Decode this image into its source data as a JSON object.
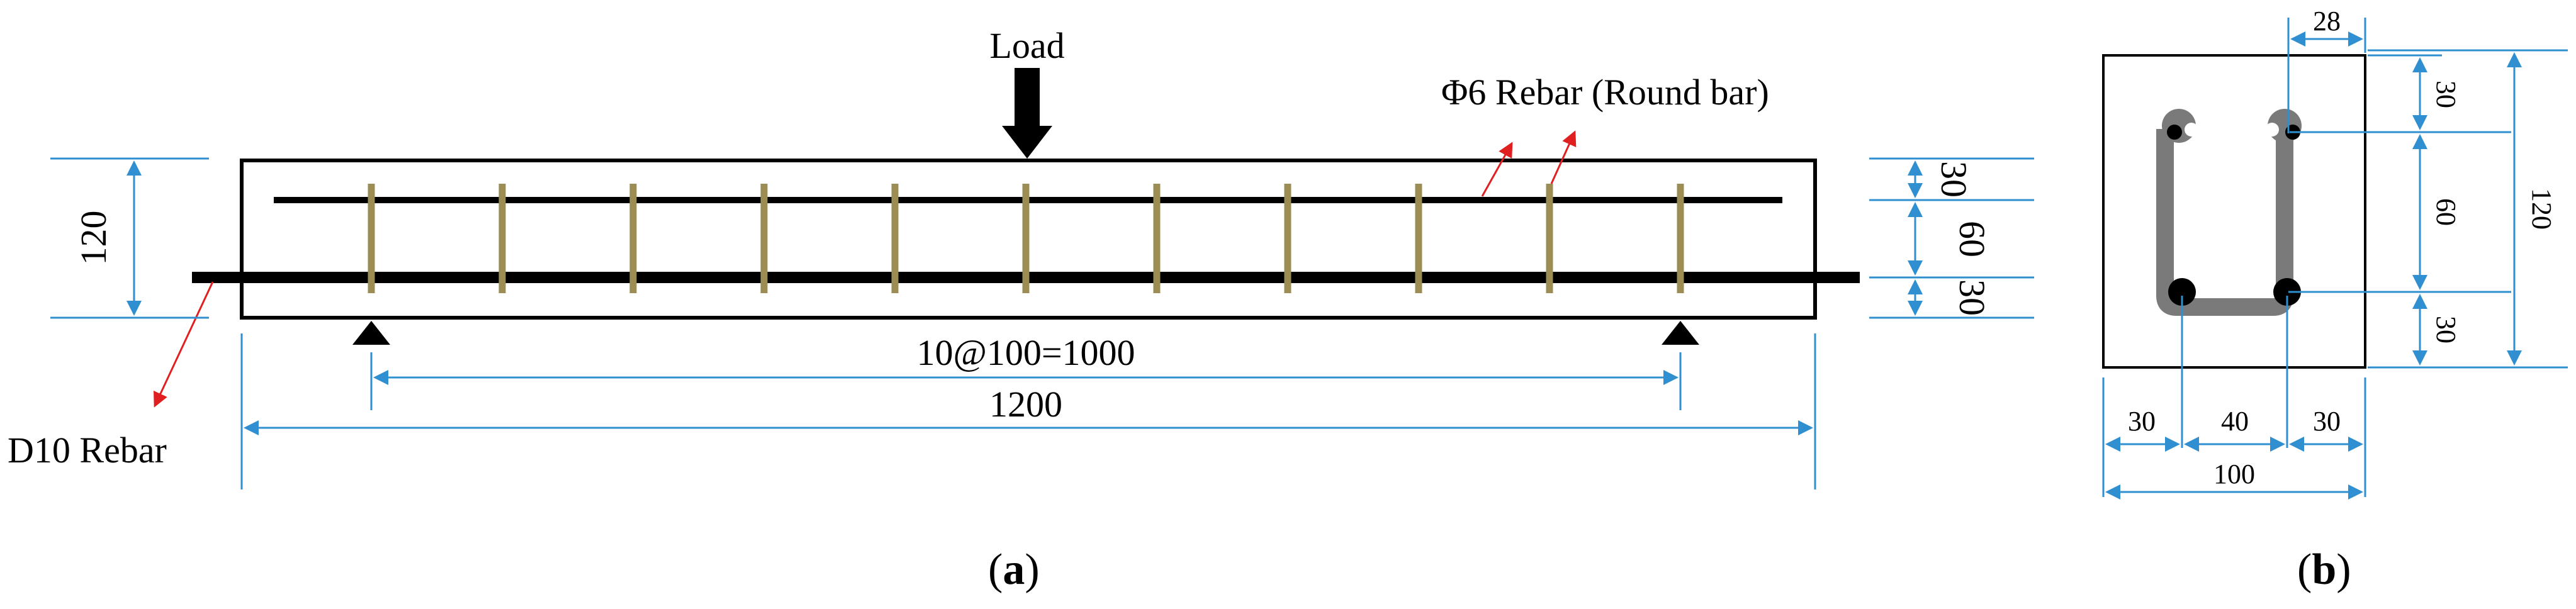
{
  "colors": {
    "dimension": "#2f8fd0",
    "leader": "#e02020",
    "stirrup_beam": "#9c8c55",
    "stirrup_section": "#7a7a7a",
    "concrete_outline": "#000000",
    "rebar": "#000000"
  },
  "panel_a": {
    "caption_open": "(",
    "caption_letter": "a",
    "caption_close": ")",
    "load_label": "Load",
    "round_bar_label": "Φ6 Rebar (Round bar)",
    "d10_label": "D10 Rebar",
    "height_dim": "120",
    "right_dims": [
      "30",
      "60",
      "30"
    ],
    "span_dim": "10@100=1000",
    "length_dim": "1200",
    "stirrup_count": 11
  },
  "panel_b": {
    "caption_open": "(",
    "caption_letter": "b",
    "caption_close": ")",
    "top_dim": "28",
    "right_inner_dims": [
      "30",
      "60",
      "30"
    ],
    "right_total_dim": "120",
    "bottom_dims": [
      "30",
      "40",
      "30"
    ],
    "bottom_total_dim": "100"
  }
}
